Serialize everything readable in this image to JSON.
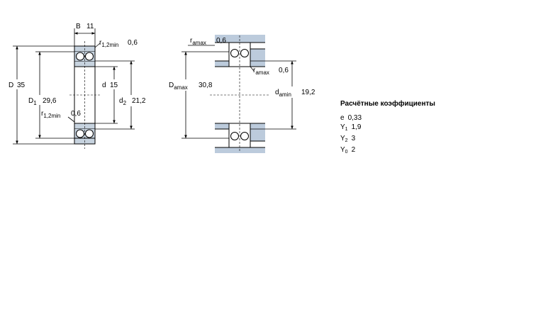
{
  "left_drawing": {
    "B": {
      "symbol": "B",
      "value": "11"
    },
    "D": {
      "symbol": "D",
      "value": "35"
    },
    "D1": {
      "symbol": "D",
      "sub": "1",
      "value": "29,6"
    },
    "d": {
      "symbol": "d",
      "value": "15"
    },
    "d2": {
      "symbol": "d",
      "sub": "2",
      "value": "21,2"
    },
    "r12_top": {
      "symbol": "r",
      "sub": "1,2min",
      "value": "0,6"
    },
    "r12_mid": {
      "symbol": "r",
      "sub": "1,2min",
      "value": "0,6"
    }
  },
  "right_drawing": {
    "ra_top": {
      "symbol": "r",
      "sub": "amax",
      "value": "0,6"
    },
    "ra_mid": {
      "symbol": "r",
      "sub": "amax",
      "value": "0,6"
    },
    "Da": {
      "symbol": "D",
      "sub": "amax",
      "value": "30,8"
    },
    "da": {
      "symbol": "d",
      "sub": "amin",
      "value": "19,2"
    }
  },
  "coefficients": {
    "title": "Расчётные коэффициенты",
    "rows": [
      {
        "symbol": "e",
        "sub": "",
        "value": "0,33"
      },
      {
        "symbol": "Y",
        "sub": "1",
        "value": "1,9"
      },
      {
        "symbol": "Y",
        "sub": "2",
        "value": "3"
      },
      {
        "symbol": "Y",
        "sub": "0",
        "value": "2"
      }
    ]
  }
}
